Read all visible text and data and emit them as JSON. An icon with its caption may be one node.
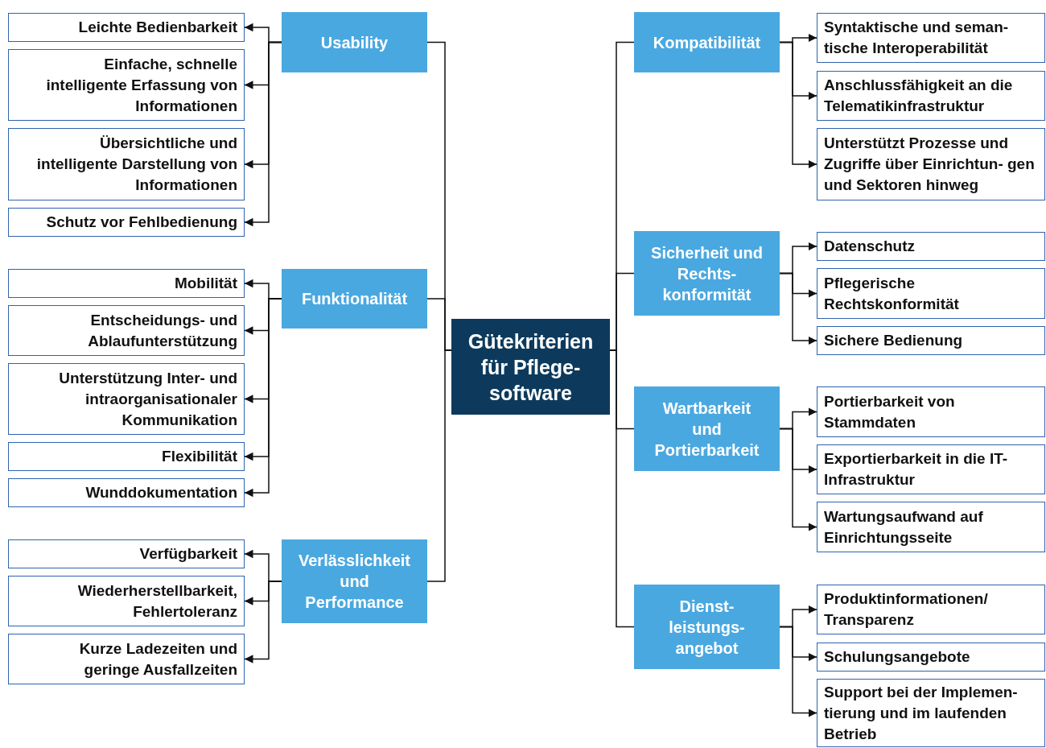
{
  "diagram": {
    "nodes": [
      {
        "text": [
          "Gütekriterien für Pflege- software"
        ]
      },
      {
        "text": [
          "Usability"
        ]
      },
      {
        "text": [
          "Leichte Bedienbarkeit"
        ]
      },
      {
        "text": [
          "Einfache, schnelle intelligente Erfassung von Informationen"
        ]
      },
      {
        "text": [
          "Übersichtliche und intelligente Darstellung von Informationen"
        ]
      },
      {
        "text": [
          "Schutz vor Fehlbedienung"
        ]
      },
      {
        "text": [
          "Funktionalität"
        ]
      },
      {
        "text": [
          "Mobilität"
        ]
      },
      {
        "text": [
          "Entscheidungs- und Ablaufunterstützung"
        ]
      },
      {
        "text": [
          "Unterstützung Inter- und intraorganisationaler Kommunikation"
        ]
      },
      {
        "text": [
          "Flexibilität"
        ]
      },
      {
        "text": [
          "Wunddokumentation"
        ]
      },
      {
        "text": [
          "Verlässlichkeit und Performance"
        ]
      },
      {
        "text": [
          "Verfügbarkeit"
        ]
      },
      {
        "text": [
          "Wiederherstellbarkeit, Fehlertoleranz"
        ]
      },
      {
        "text": [
          "Kurze Ladezeiten und geringe Ausfallzeiten"
        ]
      },
      {
        "text": [
          "Kompatibilität"
        ]
      },
      {
        "text": [
          "Syntaktische und seman- tische Interoperabilität"
        ]
      },
      {
        "text": [
          "Anschlussfähigkeit an die Telematikinfrastruktur"
        ]
      },
      {
        "text": [
          "Unterstützt Prozesse und Zugriffe über Einrichtun- gen und Sektoren hinweg"
        ]
      },
      {
        "text": [
          "Sicherheit und Rechts- konformität"
        ]
      },
      {
        "text": [
          "Datenschutz"
        ]
      },
      {
        "text": [
          "Pflegerische Rechtskonformität"
        ]
      },
      {
        "text": [
          "Sichere Bedienung"
        ]
      },
      {
        "text": [
          "Wartbarkeit und Portierbarkeit"
        ]
      },
      {
        "text": [
          "Portierbarkeit von Stammdaten"
        ]
      },
      {
        "text": [
          "Exportierbarkeit in die IT-Infrastruktur"
        ]
      },
      {
        "text": [
          "Wartungsaufwand auf Einrichtungsseite"
        ]
      },
      {
        "text": [
          "Dienst- leistungs- angebot"
        ]
      },
      {
        "text": [
          "Produktinformationen/ Transparenz"
        ]
      },
      {
        "text": [
          "Schulungsangebote"
        ]
      },
      {
        "text": [
          "Support bei der Implemen- tierung und im laufenden Betrieb"
        ]
      }
    ],
    "edges": [
      {
        "from": 0,
        "to": 1,
        "arrow": "none"
      },
      {
        "from": 0,
        "to": 6,
        "arrow": "none"
      },
      {
        "from": 0,
        "to": 12,
        "arrow": "none"
      },
      {
        "from": 0,
        "to": 16,
        "arrow": "none"
      },
      {
        "from": 0,
        "to": 20,
        "arrow": "none"
      },
      {
        "from": 0,
        "to": 24,
        "arrow": "none"
      },
      {
        "from": 0,
        "to": 28,
        "arrow": "none"
      },
      {
        "from": 1,
        "to": 2,
        "arrow": "to"
      },
      {
        "from": 1,
        "to": 3,
        "arrow": "to"
      },
      {
        "from": 1,
        "to": 4,
        "arrow": "to"
      },
      {
        "from": 1,
        "to": 5,
        "arrow": "to"
      },
      {
        "from": 6,
        "to": 7,
        "arrow": "to"
      },
      {
        "from": 6,
        "to": 8,
        "arrow": "to"
      },
      {
        "from": 6,
        "to": 9,
        "arrow": "to"
      },
      {
        "from": 6,
        "to": 10,
        "arrow": "to"
      },
      {
        "from": 6,
        "to": 11,
        "arrow": "to"
      },
      {
        "from": 12,
        "to": 13,
        "arrow": "to"
      },
      {
        "from": 12,
        "to": 14,
        "arrow": "to"
      },
      {
        "from": 12,
        "to": 15,
        "arrow": "to"
      },
      {
        "from": 16,
        "to": 17,
        "arrow": "to"
      },
      {
        "from": 16,
        "to": 18,
        "arrow": "to"
      },
      {
        "from": 16,
        "to": 19,
        "arrow": "to"
      },
      {
        "from": 20,
        "to": 21,
        "arrow": "to"
      },
      {
        "from": 20,
        "to": 22,
        "arrow": "to"
      },
      {
        "from": 20,
        "to": 23,
        "arrow": "to"
      },
      {
        "from": 24,
        "to": 25,
        "arrow": "to"
      },
      {
        "from": 24,
        "to": 26,
        "arrow": "to"
      },
      {
        "from": 24,
        "to": 27,
        "arrow": "to"
      },
      {
        "from": 28,
        "to": 29,
        "arrow": "to"
      },
      {
        "from": 28,
        "to": 30,
        "arrow": "to"
      },
      {
        "from": 28,
        "to": 31,
        "arrow": "to"
      }
    ]
  }
}
